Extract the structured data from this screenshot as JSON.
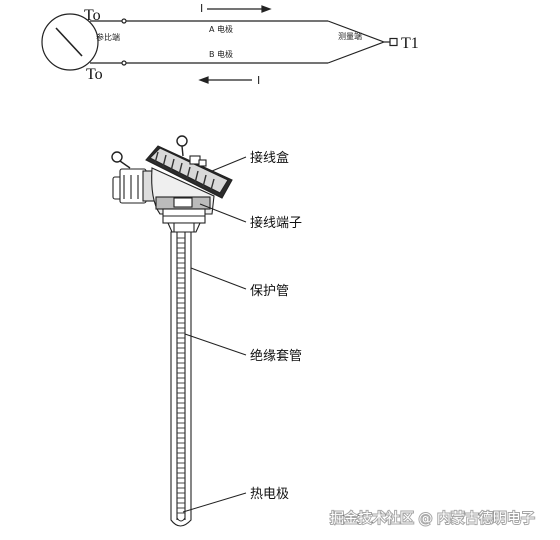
{
  "circuit": {
    "ref_temp_top": "To",
    "ref_temp_bottom": "To",
    "meas_temp": "T1",
    "ref_end": "参比端",
    "meas_end": "测量端",
    "electrode_a": "A 电极",
    "electrode_b": "B 电极",
    "current_top": "I",
    "current_bottom": "I"
  },
  "thermocouple": {
    "junction_box": "接线盒",
    "terminal": "接线端子",
    "protection_tube": "保护管",
    "insulation_sleeve": "绝缘套管",
    "hot_electrode": "热电极"
  },
  "watermark": "掘金技术社区 @ 内蒙古德明电子"
}
